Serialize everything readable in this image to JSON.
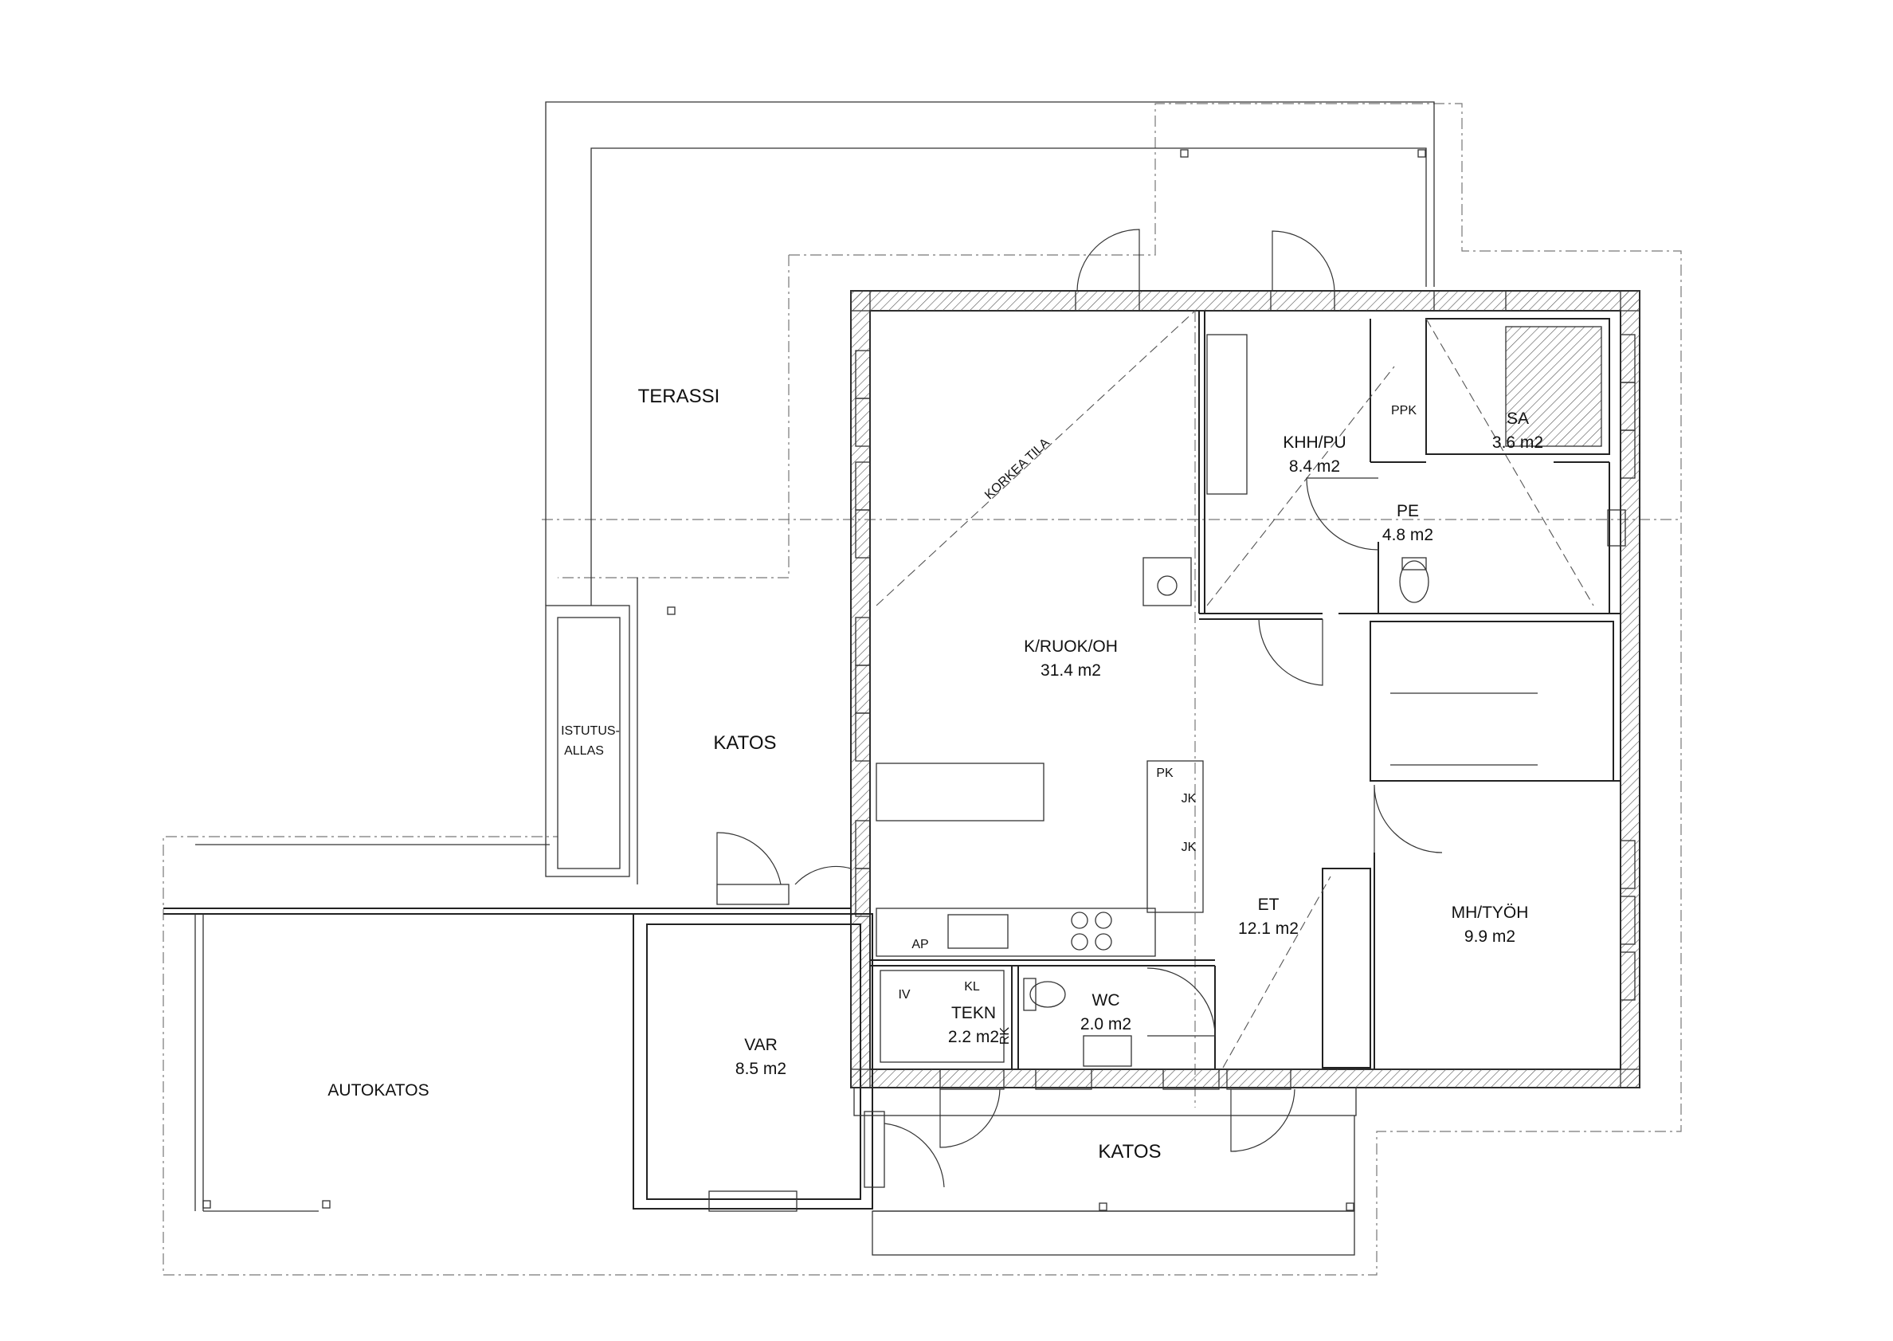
{
  "rooms": {
    "terassi": "TERASSI",
    "katos_left": "KATOS",
    "istutusallas_1": "ISTUTUS-",
    "istutusallas_2": "ALLAS",
    "autokatos": "AUTOKATOS",
    "var_name": "VAR",
    "var_area": "8.5 m2",
    "kruokoh_name": "K/RUOK/OH",
    "kruokoh_area": "31.4 m2",
    "korkea_tila": "KORKEA TILA",
    "khhpu_name": "KHH/PU",
    "khhpu_area": "8.4 m2",
    "sa_name": "SA",
    "sa_area": "3.6 m2",
    "pe_name": "PE",
    "pe_area": "4.8 m2",
    "et_name": "ET",
    "et_area": "12.1 m2",
    "mhtyoh_name": "MH/TYÖH",
    "mhtyoh_area": "9.9 m2",
    "wc_name": "WC",
    "wc_area": "2.0 m2",
    "tekn_name": "TEKN",
    "tekn_area": "2.2 m2",
    "katos_bottom": "KATOS"
  },
  "fixtures": {
    "ppk": "PPK",
    "pk": "PK",
    "jk1": "JK",
    "jk2": "JK",
    "ap": "AP",
    "iv": "IV",
    "kl": "KL",
    "rk": "RK"
  }
}
